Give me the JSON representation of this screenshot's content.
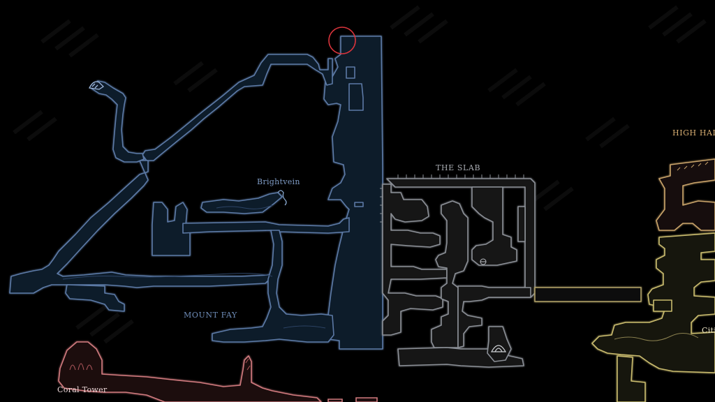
{
  "map": {
    "colors": {
      "background": "#000000",
      "mount_fay": "#5b7aa6",
      "mount_fay_fill": "#101a29",
      "the_slab": "#8b8f96",
      "the_slab_fill": "#151618",
      "high_halls": "#c9a36a",
      "citadel": "#c9bb6e",
      "coral_tower": "#d07a7e",
      "marker": "#d9343c",
      "connector": "#b3a46a"
    },
    "areas": {
      "mount_fay": {
        "label": "MOUNT FAY"
      },
      "brightvein": {
        "label": "Brightvein"
      },
      "the_slab": {
        "label": "THE SLAB"
      },
      "high_halls": {
        "label": "HIGH HALI"
      },
      "citadel": {
        "label": "Citi"
      },
      "coral_tower": {
        "label": "Coral Tower"
      }
    },
    "marker": {
      "type": "current-location-circle"
    }
  }
}
